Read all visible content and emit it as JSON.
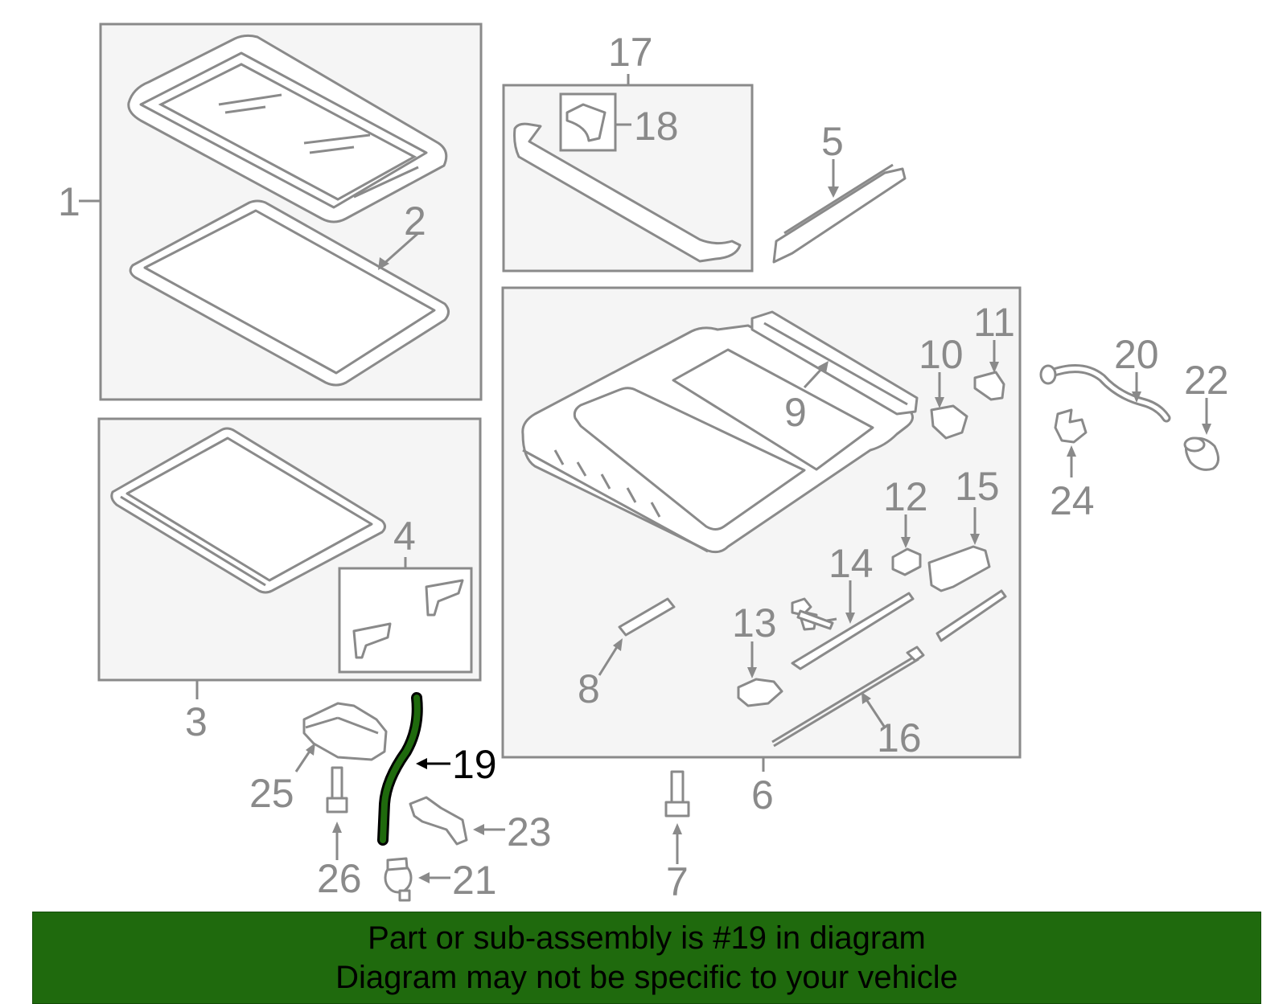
{
  "diagram": {
    "callouts": {
      "c1": "1",
      "c2": "2",
      "c3": "3",
      "c4": "4",
      "c5": "5",
      "c6": "6",
      "c7": "7",
      "c8": "8",
      "c9": "9",
      "c10": "10",
      "c11": "11",
      "c12": "12",
      "c13": "13",
      "c14": "14",
      "c15": "15",
      "c16": "16",
      "c17": "17",
      "c18": "18",
      "c19": "19",
      "c20": "20",
      "c21": "21",
      "c22": "22",
      "c23": "23",
      "c24": "24",
      "c25": "25",
      "c26": "26"
    },
    "highlighted_part": "19",
    "highlight_color": "#1f6a0d",
    "line_color": "#8a8a8a",
    "box_fill": "#f5f5f5"
  },
  "banner": {
    "line1": "Part or sub-assembly is #19 in diagram",
    "line2": "Diagram may not be specific to your vehicle",
    "background_color": "#1f6a0d"
  }
}
